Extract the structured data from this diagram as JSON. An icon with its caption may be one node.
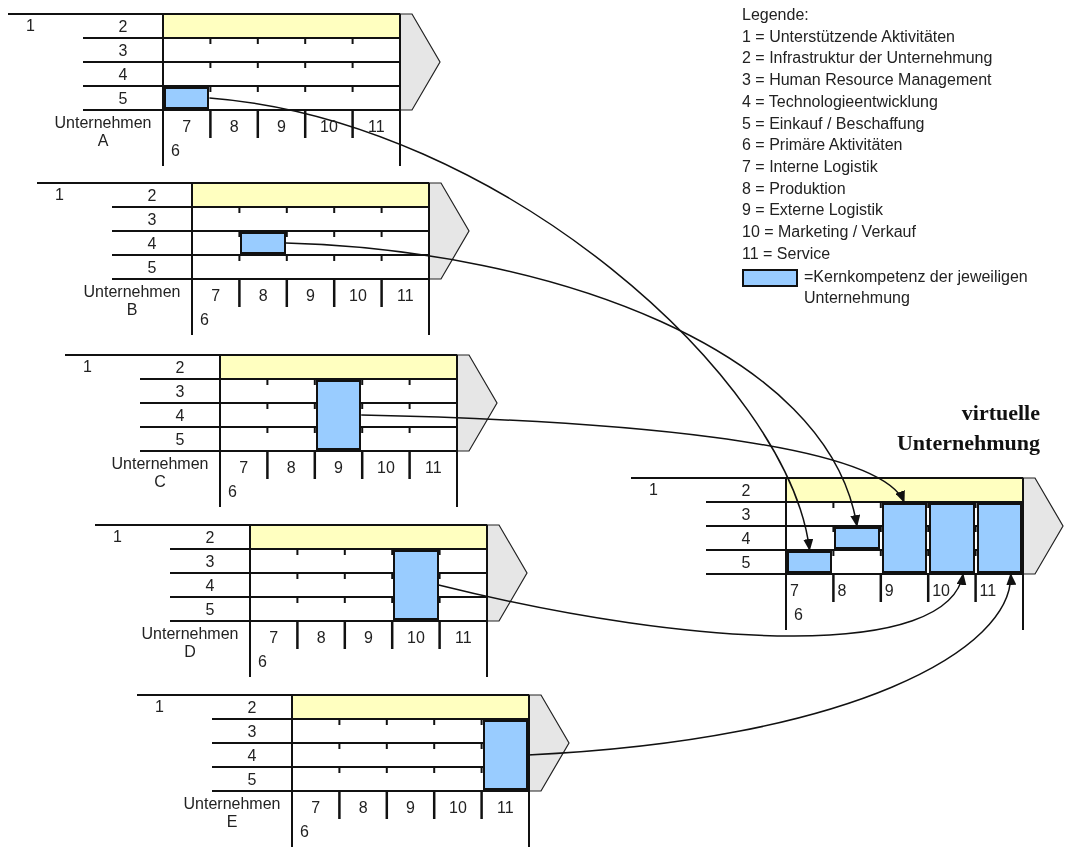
{
  "diagram": {
    "nodes": [
      {
        "text": [
          "1",
          "2",
          "3",
          "4",
          "5",
          "7",
          "8",
          "9",
          "10",
          "11",
          "6"
        ],
        "beside": [
          "Unternehmen A"
        ]
      },
      {
        "text": [],
        "shape": "box",
        "in": 0
      },
      {
        "text": [
          "1",
          "2",
          "3",
          "4",
          "5",
          "7",
          "8",
          "9",
          "10",
          "11",
          "6"
        ],
        "beside": [
          "Unternehmen B"
        ]
      },
      {
        "text": [],
        "shape": "box",
        "in": 2
      },
      {
        "text": [
          "1",
          "2",
          "3",
          "4",
          "5",
          "7",
          "8",
          "9",
          "10",
          "11",
          "6"
        ],
        "beside": [
          "Unternehmen C"
        ]
      },
      {
        "text": [],
        "shape": "box",
        "in": 4
      },
      {
        "text": [
          "1",
          "2",
          "3",
          "4",
          "5",
          "7",
          "8",
          "9",
          "10",
          "11",
          "6"
        ],
        "beside": [
          "Unternehmen D"
        ]
      },
      {
        "text": [],
        "shape": "box",
        "in": 6
      },
      {
        "text": [
          "1",
          "2",
          "3",
          "4",
          "5",
          "7",
          "8",
          "9",
          "10",
          "11",
          "6"
        ],
        "beside": [
          "Unternehmen E"
        ]
      },
      {
        "text": [],
        "shape": "box",
        "in": 8
      },
      {
        "text": [
          "1",
          "2",
          "3",
          "4",
          "5",
          "7",
          "8",
          "9",
          "10",
          "11",
          "6"
        ],
        "beside": [
          "virtuelle Unternehmung"
        ]
      },
      {
        "text": [],
        "shape": "box",
        "in": 10
      },
      {
        "text": [],
        "shape": "box",
        "in": 10
      },
      {
        "text": [],
        "shape": "box",
        "in": 10
      },
      {
        "text": [],
        "shape": "box",
        "in": 10
      },
      {
        "text": [],
        "shape": "box",
        "in": 10
      }
    ],
    "edges": [
      {
        "from": 1,
        "to": 11,
        "arrow": "to"
      },
      {
        "from": 3,
        "to": 12,
        "arrow": "to"
      },
      {
        "from": 5,
        "to": 13,
        "arrow": "to"
      },
      {
        "from": 7,
        "to": 14,
        "arrow": "to"
      },
      {
        "from": 9,
        "to": 15,
        "arrow": "to"
      }
    ],
    "labels": [
      "Legende:",
      "1 = Unterstützende Aktivitäten",
      "2 = Infrastruktur der Unternehmung",
      "3 = Human Resource Management",
      "4 = Technologieentwicklung",
      "5 = Einkauf / Beschaffung",
      "6 = Primäre Aktivitäten",
      "7 = Interne Logistik",
      "8 = Produktion",
      "9 = Externe Logistik",
      "10 = Marketing / Verkauf",
      "11 = Service"
    ],
    "legend": [
      {
        "text": "=Kernkompetenz der jeweiligen Unternehmung",
        "color": "#99ccff"
      }
    ]
  }
}
